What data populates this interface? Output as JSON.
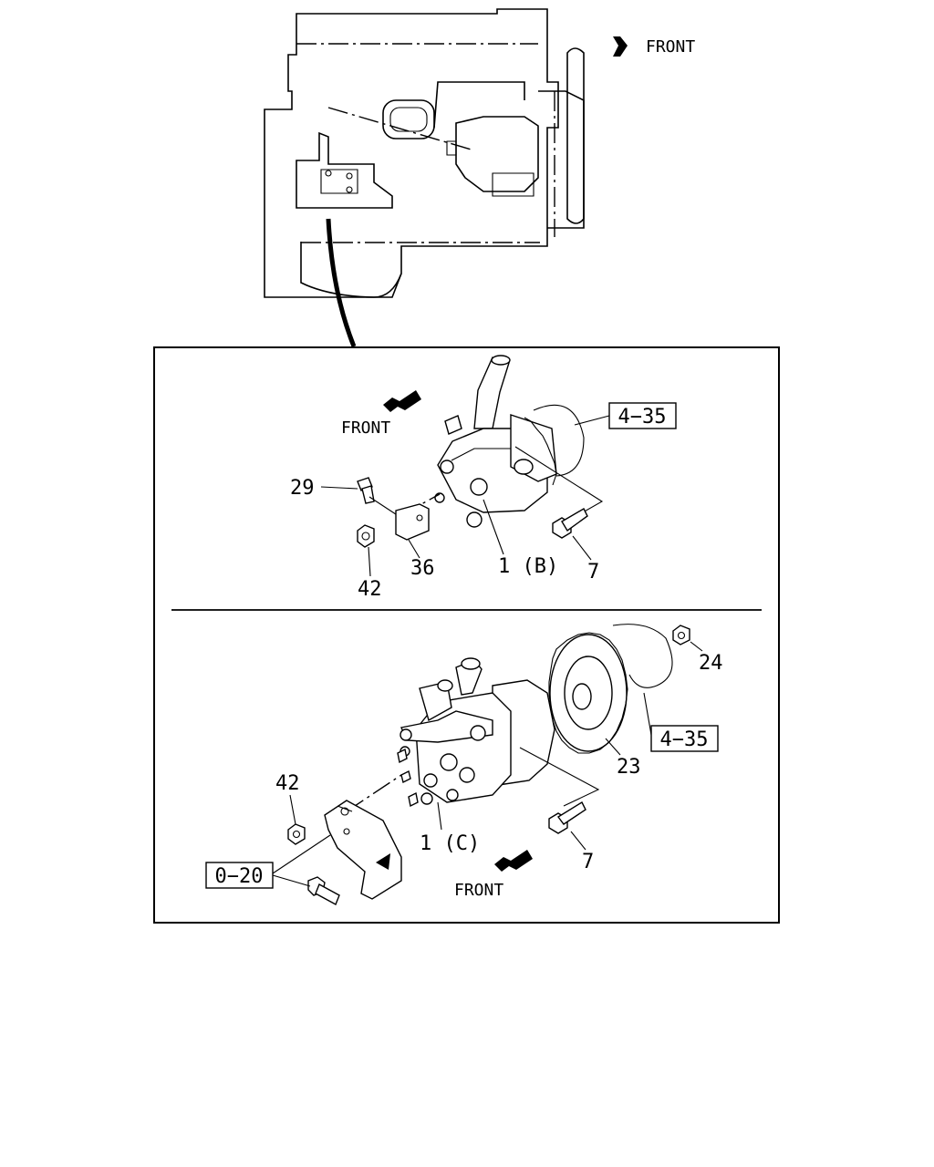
{
  "top_view": {
    "front_label": "FRONT"
  },
  "upper_panel": {
    "front_label": "FRONT",
    "callouts": {
      "ref_box": "4−35",
      "bolt_29": "29",
      "nut_42": "42",
      "bracket_36": "36",
      "pump_1b": "1 (B)",
      "bolt_7": "7"
    }
  },
  "lower_panel": {
    "front_label": "FRONT",
    "callouts": {
      "nut_24": "24",
      "ref_box": "4−35",
      "gear_23": "23",
      "nut_42": "42",
      "pump_1c": "1 (C)",
      "bolt_7": "7",
      "ref_box_bracket": "0−20"
    }
  }
}
